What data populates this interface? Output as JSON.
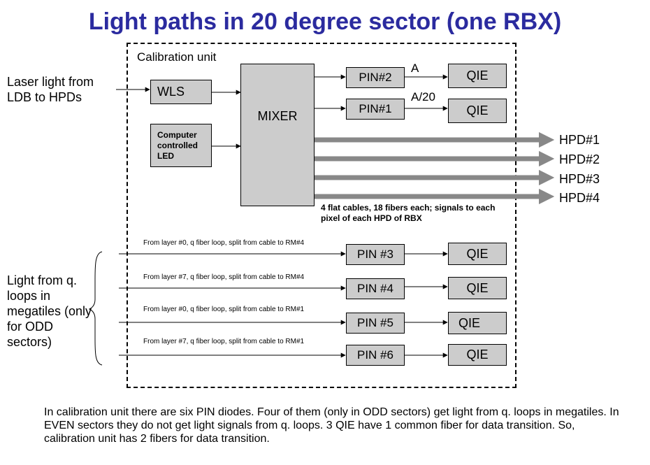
{
  "title": "Light paths in 20 degree sector (one RBX)",
  "calibration_unit_label": "Calibration unit",
  "laser_label": "Laser light from LDB to HPDs",
  "wls_label": "WLS",
  "led_label": "Computer controlled LED",
  "mixer_label": "MIXER",
  "pins": {
    "pin2": "PIN#2",
    "pin1": "PIN#1",
    "pin3": "PIN #3",
    "pin4": "PIN #4",
    "pin5": "PIN #5",
    "pin6": "PIN #6"
  },
  "qie_label": "QIE",
  "signal_a": "A",
  "signal_a20": "A/20",
  "hpds": [
    "HPD#1",
    "HPD#2",
    "HPD#3",
    "HPD#4"
  ],
  "cables_note": "4 flat cables, 18 fibers each; signals to each pixel of each HPD of RBX",
  "loop_sources": [
    "From layer #0, q fiber loop, split from cable to RM#4",
    "From layer #7, q fiber loop, split from cable to RM#4",
    "From layer #0, q fiber loop, split from cable to RM#1",
    "From layer #7, q fiber loop, split from cable to RM#1"
  ],
  "qloops_label": "Light from q. loops in megatiles (only for ODD sectors)",
  "footer": "In calibration unit there are six PIN diodes. Four of them (only in ODD sectors) get light from q. loops in megatiles. In EVEN sectors they do not get light signals from q. loops. 3 QIE have 1 common fiber for data transition. So, calibration unit has 2 fibers for data transition.",
  "colors": {
    "title": "#2b2b9f",
    "box_fill": "#cccccc",
    "hpd_arrow": "#888888"
  }
}
